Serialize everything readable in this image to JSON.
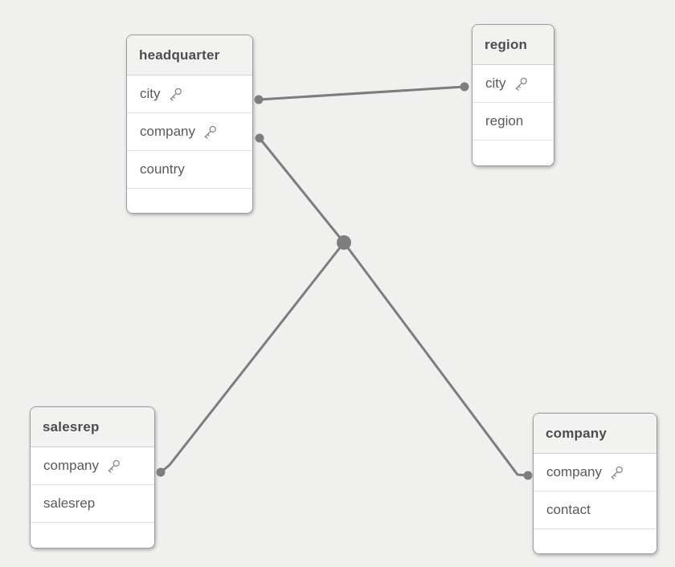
{
  "colors": {
    "canvas_bg": "#f0f0ee",
    "table_bg": "#ffffff",
    "table_header_bg": "#f2f2f1",
    "table_border": "#9c9c9c",
    "row_divider": "#e3e3e3",
    "title_text": "#4d4d4d",
    "field_text": "#595959",
    "connector": "#7d7d7d",
    "key_icon": "#8a8a8a"
  },
  "tables": [
    {
      "title": "headquarter",
      "fields": [
        {
          "name": "city",
          "key": true,
          "icon": "key-icon"
        },
        {
          "name": "company",
          "key": true,
          "icon": "key-icon"
        },
        {
          "name": "country",
          "key": false
        }
      ]
    },
    {
      "title": "region",
      "fields": [
        {
          "name": "city",
          "key": true,
          "icon": "key-icon"
        },
        {
          "name": "region",
          "key": false
        }
      ]
    },
    {
      "title": "salesrep",
      "fields": [
        {
          "name": "company",
          "key": true,
          "icon": "key-icon"
        },
        {
          "name": "salesrep",
          "key": false
        }
      ]
    },
    {
      "title": "company",
      "fields": [
        {
          "name": "company",
          "key": true,
          "icon": "key-icon"
        },
        {
          "name": "contact",
          "key": false
        }
      ]
    }
  ],
  "connections": [
    {
      "from": "headquarter.city",
      "to": "region.city"
    },
    {
      "from": "headquarter.company",
      "to": "salesrep.company",
      "via": "junction"
    },
    {
      "from": "headquarter.company",
      "to": "company.company",
      "via": "junction"
    }
  ]
}
